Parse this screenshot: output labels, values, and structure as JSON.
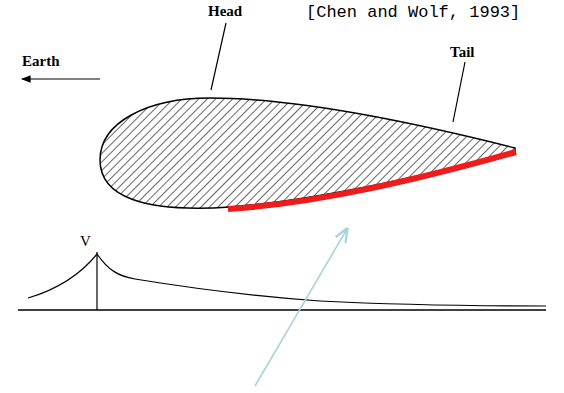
{
  "diagram": {
    "labels": [
      "[Chen and Wolf, 1993]",
      "Head",
      "Earth",
      "Tail",
      "V"
    ]
  }
}
